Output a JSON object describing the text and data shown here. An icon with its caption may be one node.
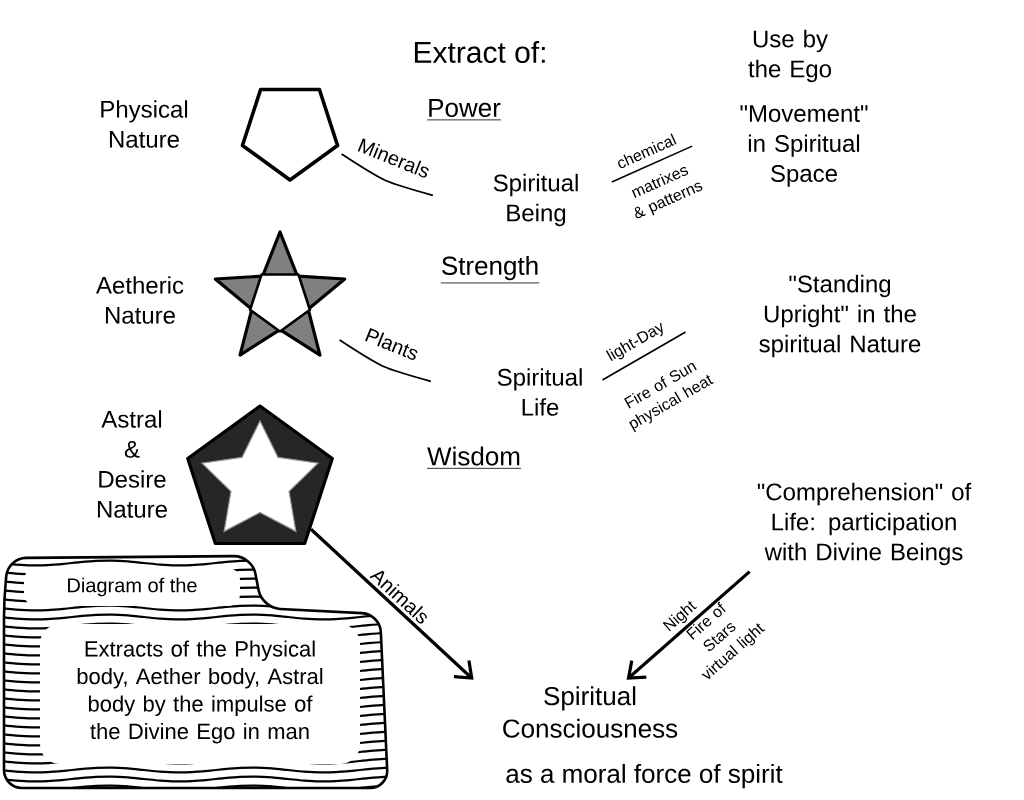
{
  "diagram": {
    "nodes": [
      {
        "text": [],
        "shape": "pentagon",
        "beside": [
          "Physical Nature"
        ]
      },
      {
        "text": [],
        "shape": "star",
        "beside": [
          "Aetheric Nature"
        ]
      },
      {
        "text": [],
        "shape": "star",
        "beside": [
          "Astral & Desire Nature"
        ]
      },
      {
        "text": [
          "\"Comprehension\" of Life: participation with Divine Beings"
        ]
      },
      {
        "text": [
          "Diagram of the",
          "Extracts of the Physical body, Aether body, Astral body by the impulse of the Divine Ego in man"
        ]
      },
      {
        "text": [
          "Spiritual Consciousness"
        ],
        "beside": [
          "as a moral force of spirit"
        ]
      }
    ],
    "edges": [
      {
        "from": 2,
        "to": 5,
        "arrow": "to",
        "label": "Animals"
      },
      {
        "from": 3,
        "to": 5,
        "arrow": "to",
        "label": "Night"
      }
    ],
    "labels": [
      "Extract of:",
      "Use by the Ego",
      "Power",
      "Minerals",
      "Spiritual Being",
      "chemical",
      "matrixes & patterns",
      "\"Movement\" in Spiritual Space",
      "Strength",
      "Plants",
      "Spiritual Life",
      "light-Day",
      "Fire of Sun physical heat",
      "\"Standing Upright\" in the spiritual Nature",
      "Wisdom",
      "Fire of Stars virtual light"
    ]
  }
}
